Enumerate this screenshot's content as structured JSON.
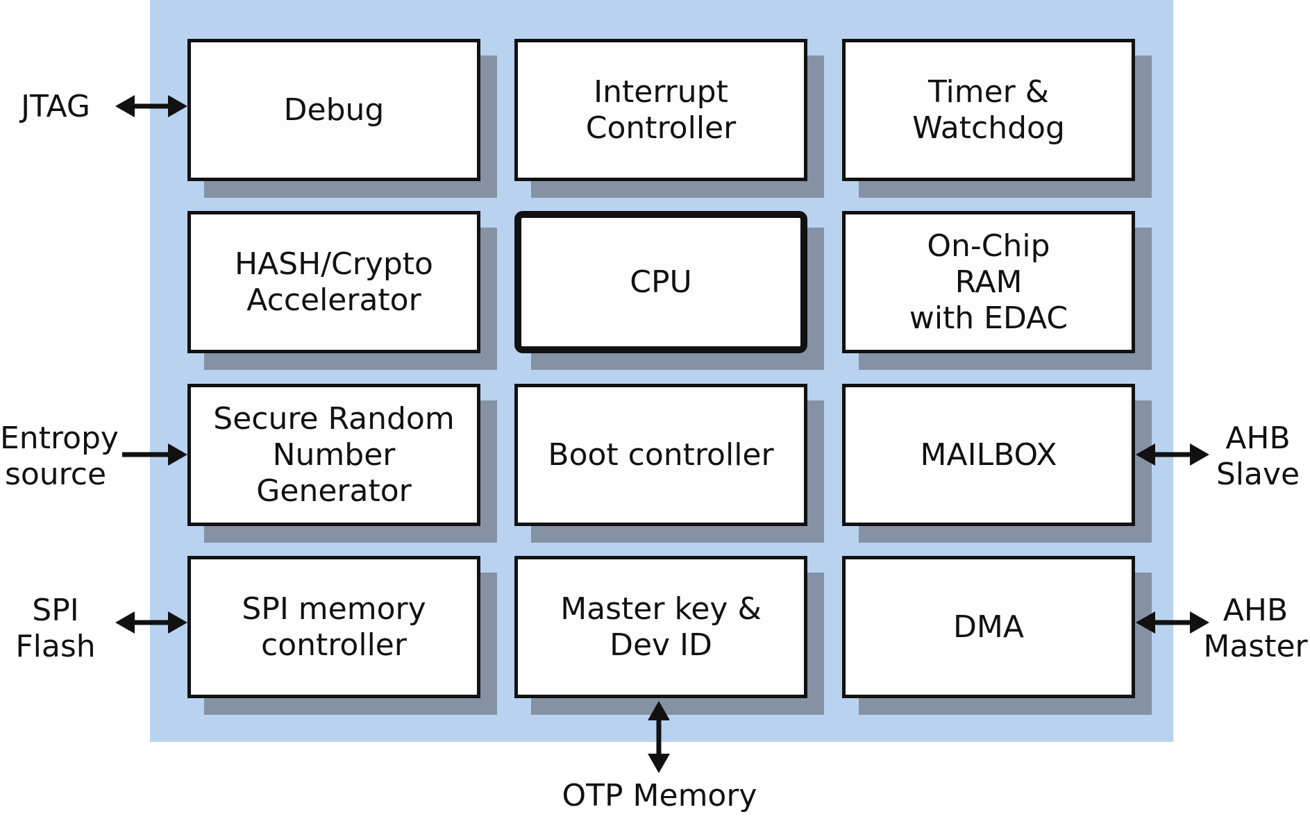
{
  "diagram": {
    "blocks": [
      {
        "id": "debug",
        "label": "Debug"
      },
      {
        "id": "interrupt-controller",
        "label": "Interrupt\nController"
      },
      {
        "id": "timer-watchdog",
        "label": "Timer &\nWatchdog"
      },
      {
        "id": "hash-crypto",
        "label": "HASH/Crypto\nAccelerator"
      },
      {
        "id": "cpu",
        "label": "CPU"
      },
      {
        "id": "on-chip-ram",
        "label": "On-Chip\nRAM\nwith EDAC"
      },
      {
        "id": "srng",
        "label": "Secure Random\nNumber Generator"
      },
      {
        "id": "boot-controller",
        "label": "Boot controller"
      },
      {
        "id": "mailbox",
        "label": "MAILBOX"
      },
      {
        "id": "spi-memory-controller",
        "label": "SPI memory\ncontroller"
      },
      {
        "id": "master-key",
        "label": "Master key &\nDev ID"
      },
      {
        "id": "dma",
        "label": "DMA"
      }
    ],
    "external": {
      "jtag": "JTAG",
      "entropy": "Entropy\nsource",
      "spi_flash": "SPI\nFlash",
      "ahb_slave": "AHB\nSlave",
      "ahb_master": "AHB\nMaster",
      "otp": "OTP Memory"
    },
    "colors": {
      "chip_background": "#b9d2f0",
      "block_fill": "#fdfdfd",
      "block_shadow": "#8592a4",
      "border": "#111111"
    }
  }
}
